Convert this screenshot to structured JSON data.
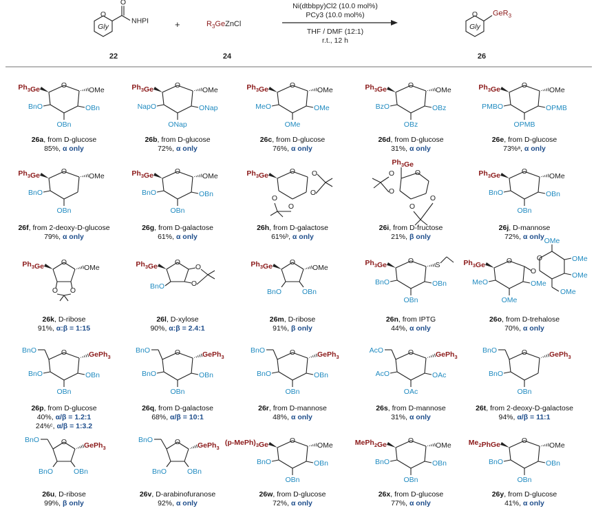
{
  "header": {
    "reactant1_label": "NHPI",
    "reactant1_ring": "Gly",
    "reactant1_id": "22",
    "plus": "+",
    "reactant2_formula": "R3GeZnCl",
    "reactant2_id": "24",
    "conditions_above": [
      "Ni(dtbbpy)Cl2 (10.0 mol%)",
      "PCy3 (10.0 mol%)"
    ],
    "conditions_below": [
      "THF / DMF (12:1)",
      "r.t., 12 h"
    ],
    "product_ring": "Gly",
    "product_group": "GeR3",
    "product_id": "26"
  },
  "colors": {
    "germanium": "#8b1a1a",
    "protecting": "#1f8ac0",
    "selectivity": "#1f4e8c"
  },
  "entries": [
    {
      "id": "26a",
      "desc": "from D-glucose",
      "yield": "85%",
      "sel": "α only"
    },
    {
      "id": "26b",
      "desc": "from D-glucose",
      "yield": "72%",
      "sel": "α only"
    },
    {
      "id": "26c",
      "desc": "from D-glucose",
      "yield": "76%",
      "sel": "α only"
    },
    {
      "id": "26d",
      "desc": "from D-glucose",
      "yield": "31%",
      "sel": "α only"
    },
    {
      "id": "26e",
      "desc": "from D-glucose",
      "yield": "73%ᵃ",
      "sel": "α only"
    },
    {
      "id": "26f",
      "desc": "from 2-deoxy-D-glucose",
      "yield": "79%",
      "sel": "α only"
    },
    {
      "id": "26g",
      "desc": "from D-galactose",
      "yield": "61%",
      "sel": "α only"
    },
    {
      "id": "26h",
      "desc": "from D-galactose",
      "yield": "61%ᵇ",
      "sel": "α only"
    },
    {
      "id": "26i",
      "desc": "from D-fructose",
      "yield": "21%",
      "sel": "β only"
    },
    {
      "id": "26j",
      "desc": "D-mannose",
      "yield": "72%",
      "sel": "α only"
    },
    {
      "id": "26k",
      "desc": "D-ribose",
      "yield": "91%",
      "sel": "α:β = 1:15"
    },
    {
      "id": "26l",
      "desc": "D-xylose",
      "yield": "90%",
      "sel": "α:β = 2.4:1"
    },
    {
      "id": "26m",
      "desc": "D-ribose",
      "yield": "91%",
      "sel": "β only"
    },
    {
      "id": "26n",
      "desc": "from IPTG",
      "yield": "44%",
      "sel": "α only"
    },
    {
      "id": "26o",
      "desc": "from D-trehalose",
      "yield": "70%",
      "sel": "α only"
    },
    {
      "id": "26p",
      "desc": "from D-glucose",
      "yield": "40%",
      "sel": "α/β = 1.2:1",
      "yield2": "24%ᶜ",
      "sel2": "α/β = 1:3.2"
    },
    {
      "id": "26q",
      "desc": "from D-galactose",
      "yield": "68%",
      "sel": "α/β = 10:1"
    },
    {
      "id": "26r",
      "desc": "from D-mannose",
      "yield": "48%",
      "sel": "α only"
    },
    {
      "id": "26s",
      "desc": "from D-mannose",
      "yield": "31%",
      "sel": "α only"
    },
    {
      "id": "26t",
      "desc": "from 2-deoxy-D-galactose",
      "yield": "94%",
      "sel": "α/β = 11:1"
    },
    {
      "id": "26u",
      "desc": "D-ribose",
      "yield": "99%",
      "sel": "β only"
    },
    {
      "id": "26v",
      "desc": "D-arabinofuranose",
      "yield": "92%",
      "sel": "α only"
    },
    {
      "id": "26w",
      "desc": "from D-glucose",
      "yield": "72%",
      "sel": "α only"
    },
    {
      "id": "26x",
      "desc": "from D-glucose",
      "yield": "77%",
      "sel": "α only"
    },
    {
      "id": "26y",
      "desc": "from D-glucose",
      "yield": "41%",
      "sel": "α only"
    }
  ],
  "structures": [
    {
      "type": "pyr",
      "ge": "Ph3Ge",
      "ge_side": "left",
      "anomer": "OMe",
      "subs": [
        "BnO",
        "OBn",
        "OBn"
      ]
    },
    {
      "type": "pyr",
      "ge": "Ph3Ge",
      "ge_side": "left",
      "anomer": "OMe",
      "subs": [
        "NapO",
        "ONap",
        "ONap"
      ]
    },
    {
      "type": "pyr",
      "ge": "Ph3Ge",
      "ge_side": "left",
      "anomer": "OMe",
      "subs": [
        "MeO",
        "OMe",
        "OMe"
      ]
    },
    {
      "type": "pyr",
      "ge": "Ph3Ge",
      "ge_side": "left",
      "anomer": "OMe",
      "subs": [
        "BzO",
        "OBz",
        "OBz"
      ]
    },
    {
      "type": "pyr",
      "ge": "Ph3Ge",
      "ge_side": "left",
      "anomer": "OMe",
      "subs": [
        "PMBO",
        "OPMB",
        "OPMB"
      ]
    },
    {
      "type": "pyr",
      "ge": "Ph3Ge",
      "ge_side": "left",
      "anomer": "OMe",
      "subs": [
        "BnO",
        "",
        "OBn"
      ]
    },
    {
      "type": "pyr",
      "ge": "Ph3Ge",
      "ge_side": "left",
      "anomer": "OMe",
      "subs": [
        "BnO",
        "OBn",
        "OBn"
      ]
    },
    {
      "type": "acetonide",
      "ge": "Ph3Ge"
    },
    {
      "type": "fructose",
      "ge": "Ph3Ge"
    },
    {
      "type": "pyr",
      "ge": "Ph3Ge",
      "ge_side": "left",
      "anomer": "OMe",
      "subs": [
        "BnO",
        "OBn",
        "OBn"
      ]
    },
    {
      "type": "fur",
      "ge": "Ph3Ge",
      "ge_side": "left",
      "anomer": "OMe",
      "subs": [
        "",
        ""
      ],
      "acetonide": true
    },
    {
      "type": "fur",
      "ge": "Ph3Ge",
      "ge_side": "left",
      "anomer": "",
      "subs": [
        "BnO",
        ""
      ],
      "acetonide2": true
    },
    {
      "type": "fur",
      "ge": "Ph3Ge",
      "ge_side": "left",
      "anomer": "OMe",
      "subs": [
        "BnO",
        "OBn"
      ]
    },
    {
      "type": "pyr",
      "ge": "Ph3Ge",
      "ge_side": "left",
      "anomer": "S",
      "subs": [
        "BnO",
        "OBn",
        "OBn"
      ],
      "thio": true
    },
    {
      "type": "tre",
      "ge": "Ph3Ge",
      "subs_left": [
        "MeO",
        "OMe",
        "OMe"
      ],
      "subs_right": [
        "OMe",
        "OMe",
        "OMe",
        "OMe"
      ]
    },
    {
      "type": "pyr",
      "ge": "GePh3",
      "ge_side": "right",
      "ch2": "BnO",
      "subs": [
        "BnO",
        "OBn",
        "OBn"
      ]
    },
    {
      "type": "pyr",
      "ge": "GePh3",
      "ge_side": "right",
      "ch2": "BnO",
      "subs": [
        "BnO",
        "OBn",
        "OBn"
      ]
    },
    {
      "type": "pyr",
      "ge": "GePh3",
      "ge_side": "right",
      "ch2": "BnO",
      "subs": [
        "BnO",
        "OBn",
        "OBn"
      ]
    },
    {
      "type": "pyr",
      "ge": "GePh3",
      "ge_side": "right",
      "ch2": "AcO",
      "subs": [
        "AcO",
        "OAc",
        "OAc"
      ]
    },
    {
      "type": "pyr",
      "ge": "GePh3",
      "ge_side": "right",
      "ch2": "BnO",
      "subs": [
        "BnO",
        "",
        "OBn"
      ]
    },
    {
      "type": "fur",
      "ge": "GePh3",
      "ge_side": "right",
      "ch2": "BnO",
      "subs": [
        "BnO",
        "OBn"
      ]
    },
    {
      "type": "fur",
      "ge": "GePh3",
      "ge_side": "right",
      "ch2": "BnO",
      "subs": [
        "BnO",
        "OBn"
      ]
    },
    {
      "type": "pyr",
      "ge": "(p-MePh)3Ge",
      "ge_side": "left",
      "anomer": "OMe",
      "subs": [
        "BnO",
        "OBn",
        "OBn"
      ]
    },
    {
      "type": "pyr",
      "ge": "MePh2Ge",
      "ge_side": "left",
      "anomer": "OMe",
      "subs": [
        "BnO",
        "OBn",
        "OBn"
      ]
    },
    {
      "type": "pyr",
      "ge": "Me2PhGe",
      "ge_side": "left",
      "anomer": "OMe",
      "subs": [
        "BnO",
        "OBn",
        "OBn"
      ]
    }
  ]
}
